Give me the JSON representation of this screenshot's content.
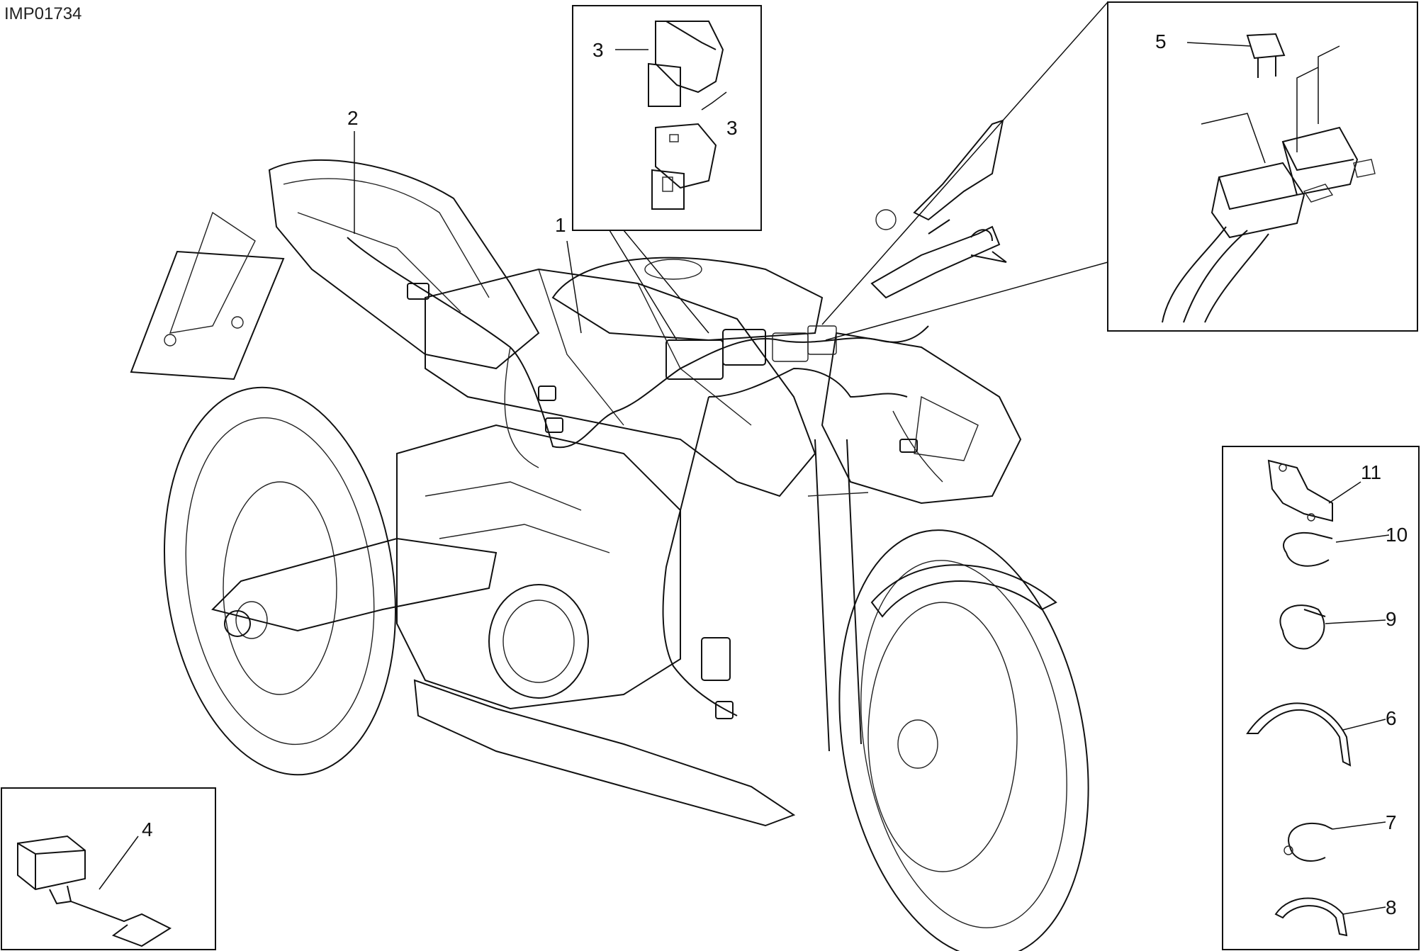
{
  "diagram_code": "IMP01734",
  "callouts": {
    "c1": "1",
    "c2": "2",
    "c3a": "3",
    "c3b": "3",
    "c4": "4",
    "c5": "5",
    "c6": "6",
    "c7": "7",
    "c8": "8",
    "c9": "9",
    "c10": "10",
    "c11": "11"
  }
}
